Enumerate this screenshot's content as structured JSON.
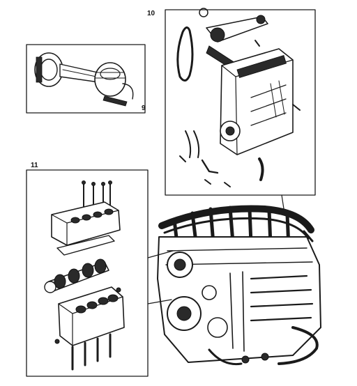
{
  "diagram": {
    "callouts": {
      "piston_group": "9",
      "timing_group": "10",
      "crank_group": "11"
    },
    "parts": [
      "piston-and-connecting-rod",
      "timing-chain-and-cover",
      "cylinder-block-and-crankshaft",
      "complete-engine-assembly"
    ]
  }
}
